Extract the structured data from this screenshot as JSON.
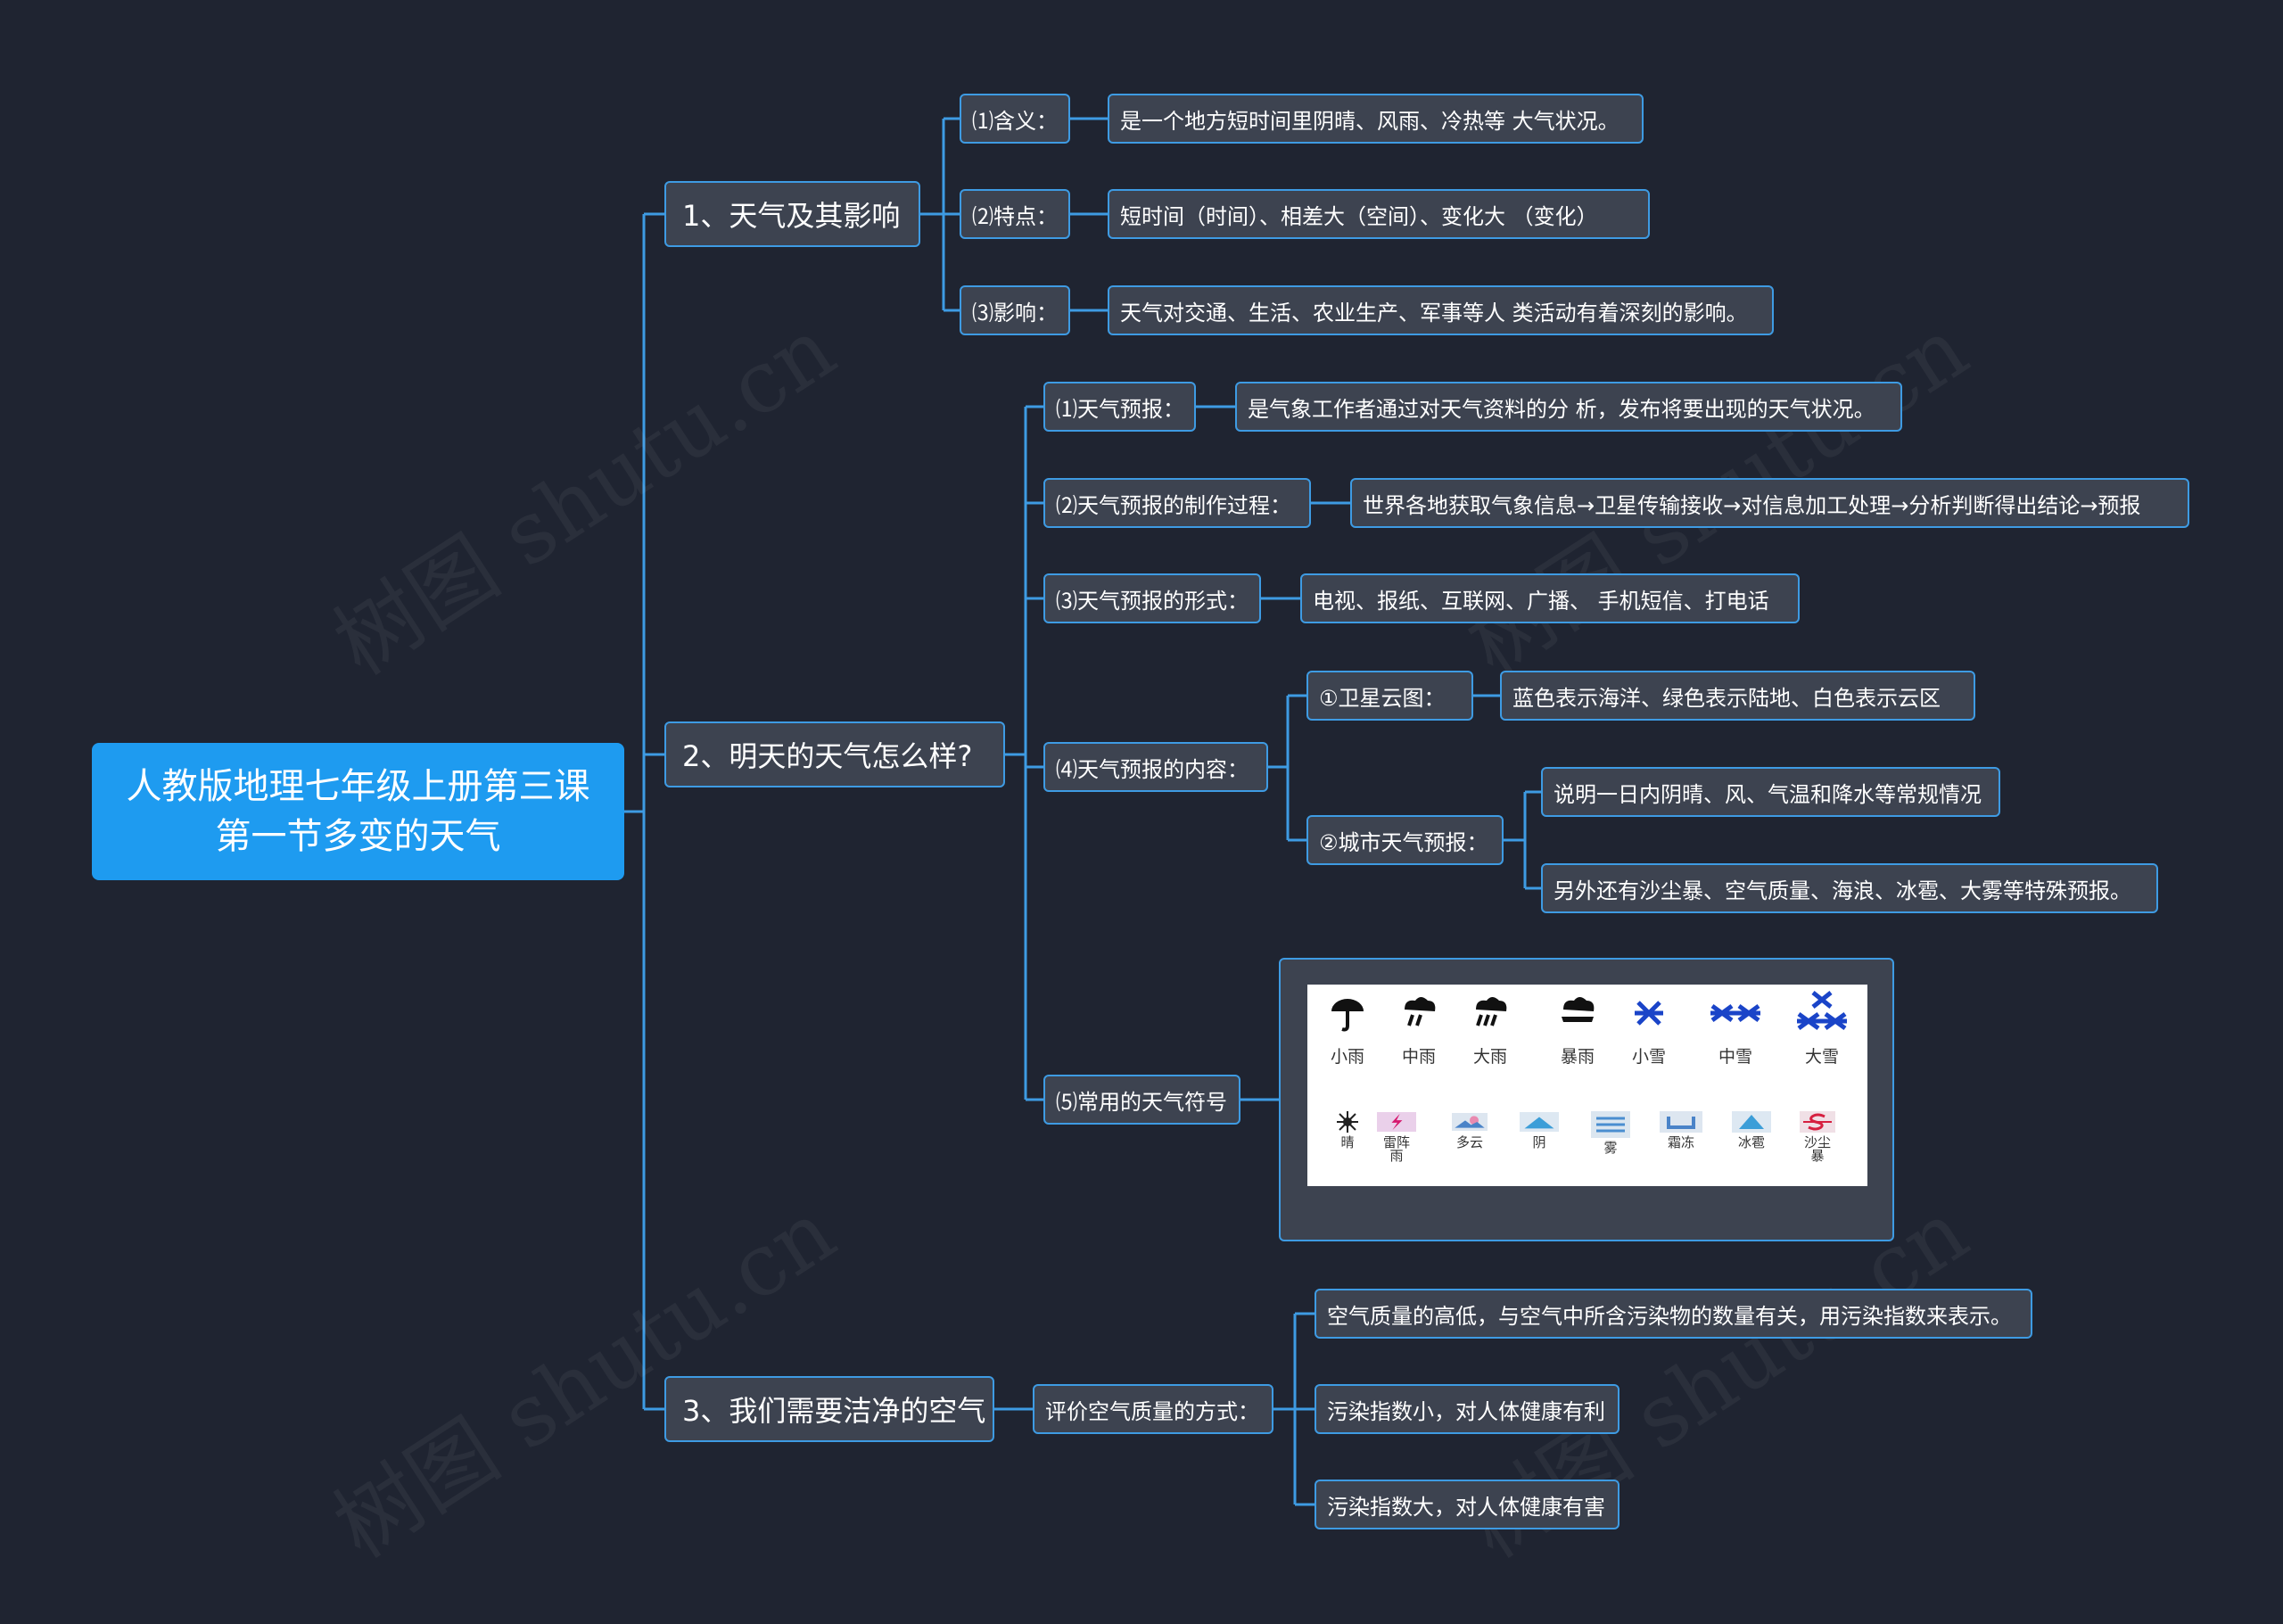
{
  "root": {
    "line1": "人教版地理七年级上册第三课",
    "line2": "第一节多变的天气"
  },
  "topic1": {
    "title": "1、天气及其影响",
    "items": [
      {
        "label": "⑴含义：",
        "value": "是一个地方短时间里阴晴、风雨、冷热等 大气状况。"
      },
      {
        "label": "⑵特点：",
        "value": "短时间（时间）、相差大（空间）、变化大 （变化）"
      },
      {
        "label": "⑶影响：",
        "value": "天气对交通、生活、农业生产、军事等人 类活动有着深刻的影响。"
      }
    ]
  },
  "topic2": {
    "title": "2、明天的天气怎么样?",
    "items": [
      {
        "label": "⑴天气预报：",
        "value": "是气象工作者通过对天气资料的分 析，发布将要出现的天气状况。"
      },
      {
        "label": "⑵天气预报的制作过程：",
        "value": "世界各地获取气象信息→卫星传输接收→对信息加工处理→分析判断得出结论→预报"
      },
      {
        "label": "⑶天气预报的形式：",
        "value": "电视、报纸、互联网、广播、 手机短信、打电话"
      }
    ],
    "content": {
      "label": "⑷天气预报的内容：",
      "satellite": {
        "label": "①卫星云图：",
        "value": "蓝色表示海洋、绿色表示陆地、白色表示云区"
      },
      "city": {
        "label": "②城市天气预报：",
        "values": [
          "说明一日内阴晴、风、气温和降水等常规情况",
          "另外还有沙尘暴、空气质量、海浪、冰雹、大雾等特殊预报。"
        ]
      }
    },
    "symbols": {
      "label": "⑸常用的天气符号",
      "row1": [
        {
          "name": "小雨",
          "icon": "light-rain-icon"
        },
        {
          "name": "中雨",
          "icon": "moderate-rain-icon"
        },
        {
          "name": "大雨",
          "icon": "heavy-rain-icon"
        },
        {
          "name": "暴雨",
          "icon": "rainstorm-icon"
        },
        {
          "name": "小雪",
          "icon": "light-snow-icon"
        },
        {
          "name": "中雪",
          "icon": "moderate-snow-icon"
        },
        {
          "name": "大雪",
          "icon": "heavy-snow-icon"
        }
      ],
      "row2": [
        {
          "name": "晴",
          "icon": "sunny-icon"
        },
        {
          "name": "雷阵雨",
          "icon": "thundershower-icon"
        },
        {
          "name": "多云",
          "icon": "cloudy-icon"
        },
        {
          "name": "阴",
          "icon": "overcast-icon"
        },
        {
          "name": "雾",
          "icon": "fog-icon"
        },
        {
          "name": "霜冻",
          "icon": "frost-icon"
        },
        {
          "name": "冰雹",
          "icon": "hail-icon"
        },
        {
          "name": "沙尘暴",
          "icon": "sandstorm-icon"
        }
      ]
    }
  },
  "topic3": {
    "title": "3、我们需要洁净的空气",
    "method": {
      "label": "评价空气质量的方式：",
      "values": [
        "空气质量的高低，与空气中所含污染物的数量有关，用污染指数来表示。",
        "污染指数小，对人体健康有利",
        "污染指数大，对人体健康有害"
      ]
    }
  },
  "colors": {
    "background": "#1f2431",
    "node": "#3d4350",
    "border": "#3e9be3",
    "root": "#1e9bf0",
    "snow": "#1a44c8"
  }
}
